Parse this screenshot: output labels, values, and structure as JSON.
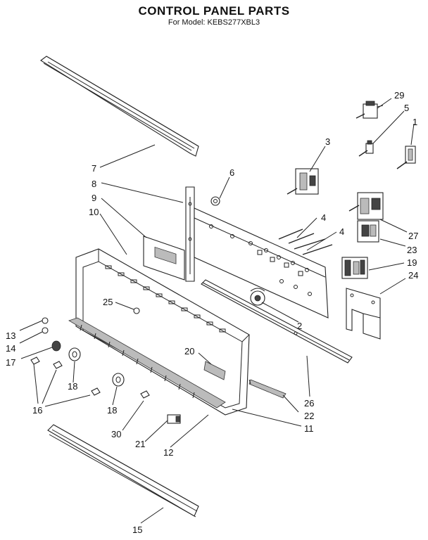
{
  "header": {
    "title": "CONTROL PANEL PARTS",
    "subtitle": "For Model: KEBS277XBL3"
  },
  "callouts": [
    {
      "id": "c29",
      "text": "29"
    },
    {
      "id": "c5",
      "text": "5"
    },
    {
      "id": "c1",
      "text": "1"
    },
    {
      "id": "c3",
      "text": "3"
    },
    {
      "id": "c6",
      "text": "6"
    },
    {
      "id": "c7",
      "text": "7"
    },
    {
      "id": "c8",
      "text": "8"
    },
    {
      "id": "c9",
      "text": "9"
    },
    {
      "id": "c10",
      "text": "10"
    },
    {
      "id": "c4a",
      "text": "4"
    },
    {
      "id": "c4b",
      "text": "4"
    },
    {
      "id": "c27",
      "text": "27"
    },
    {
      "id": "c23",
      "text": "23"
    },
    {
      "id": "c19",
      "text": "19"
    },
    {
      "id": "c24",
      "text": "24"
    },
    {
      "id": "c25",
      "text": "25"
    },
    {
      "id": "c2",
      "text": "2"
    },
    {
      "id": "c13",
      "text": "13"
    },
    {
      "id": "c14",
      "text": "14"
    },
    {
      "id": "c17",
      "text": "17"
    },
    {
      "id": "c20",
      "text": "20"
    },
    {
      "id": "c16",
      "text": "16"
    },
    {
      "id": "c18a",
      "text": "18"
    },
    {
      "id": "c18b",
      "text": "18"
    },
    {
      "id": "c26",
      "text": "26"
    },
    {
      "id": "c22",
      "text": "22"
    },
    {
      "id": "c11",
      "text": "11"
    },
    {
      "id": "c30",
      "text": "30"
    },
    {
      "id": "c21",
      "text": "21"
    },
    {
      "id": "c12",
      "text": "12"
    },
    {
      "id": "c15",
      "text": "15"
    }
  ]
}
